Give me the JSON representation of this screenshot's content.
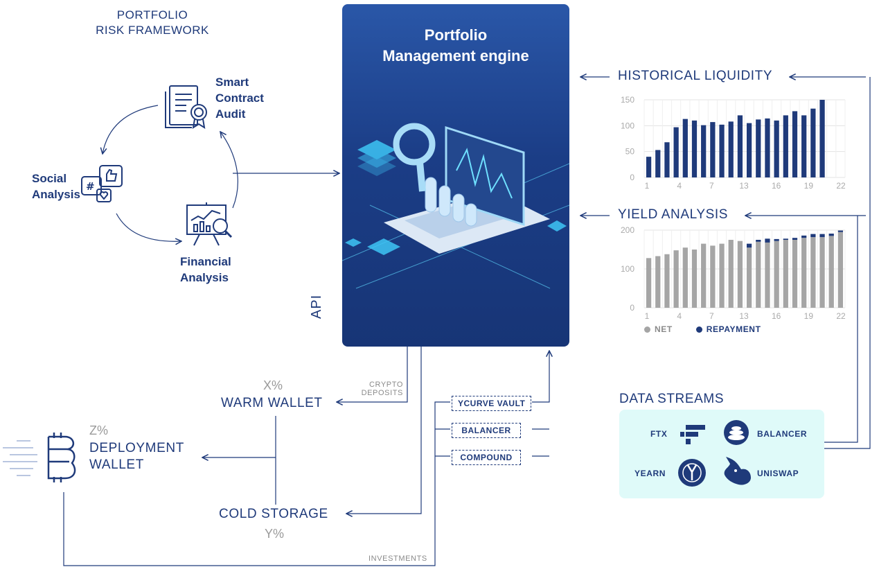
{
  "framework": {
    "title_line1": "PORTFOLIO",
    "title_line2": "RISK FRAMEWORK"
  },
  "nodes": {
    "smart_contract": [
      "Smart",
      "Contract",
      "Audit"
    ],
    "social": [
      "Social",
      "Analysis"
    ],
    "financial": [
      "Financial",
      "Analysis"
    ]
  },
  "engine": {
    "title_line1": "Portfolio",
    "title_line2": "Management engine",
    "api_label": "API"
  },
  "labels": {
    "historical_liquidity": "HISTORICAL LIQUIDITY",
    "yield_analysis": "YIELD ANALYSIS",
    "data_streams": "DATA STREAMS",
    "crypto_deposits_1": "CRYPTO",
    "crypto_deposits_2": "DEPOSITS",
    "investments": "INVESTMENTS"
  },
  "wallets": {
    "warm_pct": "X%",
    "warm_name": "WARM WALLET",
    "cold_name": "COLD STORAGE",
    "cold_pct": "Y%",
    "deploy_pct": "Z%",
    "deploy_name_1": "DEPLOYMENT",
    "deploy_name_2": "WALLET"
  },
  "vaults": [
    "YCURVE VAULT",
    "BALANCER",
    "COMPOUND"
  ],
  "data_streams": {
    "ftx": "FTX",
    "balancer": "BALANCER",
    "yearn": "YEARN",
    "uniswap": "UNISWAP"
  },
  "colors": {
    "navy": "#1f3a7a",
    "engine": "#1b3d86",
    "bar_grey": "#a5a5a5",
    "cyan_bg": "#dffaf9"
  },
  "chart_data": [
    {
      "type": "bar",
      "title": "HISTORICAL LIQUIDITY",
      "x": [
        1,
        2,
        3,
        4,
        5,
        6,
        7,
        8,
        9,
        10,
        11,
        12,
        13,
        14,
        15,
        16,
        17,
        18,
        19,
        20,
        21,
        22
      ],
      "tick_labels": [
        "1",
        "4",
        "7",
        "13",
        "16",
        "19",
        "22"
      ],
      "y_ticks": [
        "150",
        "100",
        "50",
        "0"
      ],
      "ylim": [
        0,
        150
      ],
      "values": [
        40,
        53,
        68,
        97,
        113,
        110,
        101,
        107,
        102,
        108,
        120,
        105,
        112,
        114,
        110,
        120,
        128,
        120,
        133,
        150
      ],
      "grid": true
    },
    {
      "type": "bar",
      "title": "YIELD ANALYSIS",
      "x": [
        1,
        2,
        3,
        4,
        5,
        6,
        7,
        8,
        9,
        10,
        11,
        12,
        13,
        14,
        15,
        16,
        17,
        18,
        19,
        20,
        21,
        22
      ],
      "tick_labels": [
        "1",
        "4",
        "7",
        "13",
        "16",
        "19",
        "22"
      ],
      "y_ticks": [
        "200",
        "100",
        "0"
      ],
      "ylim": [
        0,
        200
      ],
      "series": [
        {
          "name": "NET",
          "color": "#a5a5a5",
          "values": [
            128,
            133,
            138,
            148,
            155,
            150,
            165,
            160,
            165,
            175,
            172,
            155,
            170,
            168,
            172,
            175,
            175,
            180,
            182,
            182,
            185,
            195
          ]
        },
        {
          "name": "REPAYMENT",
          "color": "#1f3a7a",
          "values": [
            0,
            0,
            0,
            0,
            0,
            0,
            0,
            0,
            0,
            0,
            0,
            10,
            5,
            10,
            5,
            3,
            5,
            6,
            8,
            8,
            6,
            4
          ]
        }
      ],
      "legend": [
        "NET",
        "REPAYMENT"
      ],
      "grid": true
    }
  ]
}
